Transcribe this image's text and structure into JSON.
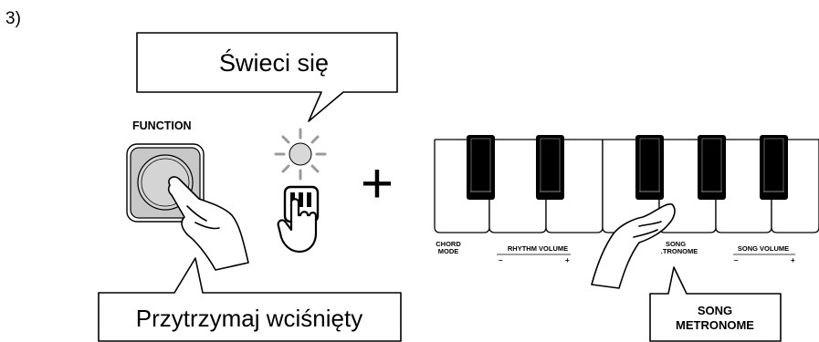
{
  "step_number": "3)",
  "top_callout": {
    "text": "Świeci się"
  },
  "function_button": {
    "label": "FUNCTION"
  },
  "plus_sign": "+",
  "bottom_callout": {
    "text": "Przytrzymaj wciśnięty"
  },
  "keyboard": {
    "labels": {
      "chord_mode_line1": "CHORD",
      "chord_mode_line2": "MODE",
      "rhythm_volume": "RHYTHM VOLUME",
      "rhythm_minus": "–",
      "rhythm_plus": "+",
      "song_metronome_line1": "SONG",
      "song_metronome_line2": ".TRONOME",
      "song_volume": "SONG VOLUME",
      "song_minus": "–",
      "song_plus": "+"
    }
  },
  "key_callout": {
    "line1": "SONG",
    "line2": "METRONOME"
  },
  "colors": {
    "button_fill": "#c8c8c8",
    "black_key": "#000000",
    "outline": "#000000"
  },
  "icons": [
    "lamp-lit-icon",
    "keyboard-hand-icon",
    "pressing-hand-icon"
  ]
}
